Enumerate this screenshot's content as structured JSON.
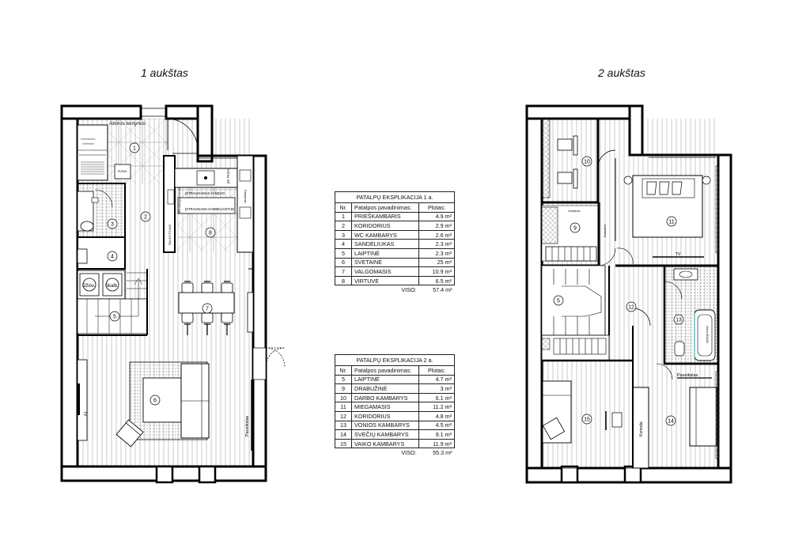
{
  "floors": [
    {
      "title": "1 aukštas"
    },
    {
      "title": "2 aukštas"
    }
  ],
  "plan1_labels": {
    "counter": "Atviros lentynos",
    "wardrobe_note": "",
    "kitchen_island": "ĮSTRAUKIAMAS VANDUO",
    "kitchen_note": "ĮSTRAUKIAMA KAMBELIOSTIJE",
    "side_note": "Kampinis",
    "fridge": "ŠALDYTUVAS",
    "oven": "",
    "dishwasher": "ĮM. PLOV.",
    "cabinet": "Mikrobangų krosnelė",
    "tv": "TV",
    "painting": "Paveikslas",
    "washer": "Džiov.",
    "dryer": "Skalb."
  },
  "plan2_labels": {
    "tv": "TV",
    "painting": "Paveikslas",
    "dresser": "Komoda",
    "bath": "Vonia 80x160",
    "shelf": "Lentynos",
    "shelf2": "Drabužinė"
  },
  "room_numbers_1": [
    "1",
    "2",
    "3",
    "4",
    "5",
    "6",
    "7",
    "8"
  ],
  "room_numbers_2": [
    "10",
    "9",
    "11",
    "5",
    "12",
    "13",
    "15",
    "14"
  ],
  "table1": {
    "caption": "PATALPŲ EKSPLIKACIJA  1 a.",
    "headers": [
      "Nr.",
      "Patalpos pavadinimas:",
      "Plotas:"
    ],
    "rows": [
      [
        "1",
        "PRIEŠKAMBARIS",
        "4.9 m²"
      ],
      [
        "2",
        "KORIDORIUS",
        "2.9 m²"
      ],
      [
        "3",
        "WC KAMBARYS",
        "2.6 m²"
      ],
      [
        "4",
        "SANDĖLIUKAS",
        "2.3 m²"
      ],
      [
        "5",
        "LAIPTINĖ",
        "2.3 m²"
      ],
      [
        "6",
        "SVETAINĖ",
        "25 m²"
      ],
      [
        "7",
        "VALGOMASIS",
        "10.9 m²"
      ],
      [
        "8",
        "VIRTUVĖ",
        "6.5 m²"
      ]
    ],
    "total_label": "VISO:",
    "total_value": "57.4 m²"
  },
  "table2": {
    "caption": "PATALPŲ EKSPLIKACIJA  2 a.",
    "headers": [
      "Nr.",
      "Patalpos pavadinimas:",
      "Plotas:"
    ],
    "rows": [
      [
        "5",
        "LAIPTINĖ",
        "4.7 m²"
      ],
      [
        "9",
        "DRABUŽINĖ",
        "3 m²"
      ],
      [
        "10",
        "DARBO KAMBARYS",
        "6.1 m²"
      ],
      [
        "11",
        "MIEGAMASIS",
        "11.2 m²"
      ],
      [
        "12",
        "KORIDORIUS",
        "4.8 m²"
      ],
      [
        "13",
        "VONIOS KAMBARYS",
        "4.5 m²"
      ],
      [
        "14",
        "SVEČIŲ KAMBARYS",
        "9.1 m²"
      ],
      [
        "15",
        "VAIKO KAMBARYS",
        "11.9 m²"
      ]
    ],
    "total_label": "VISO:",
    "total_value": "55.3 m²"
  }
}
